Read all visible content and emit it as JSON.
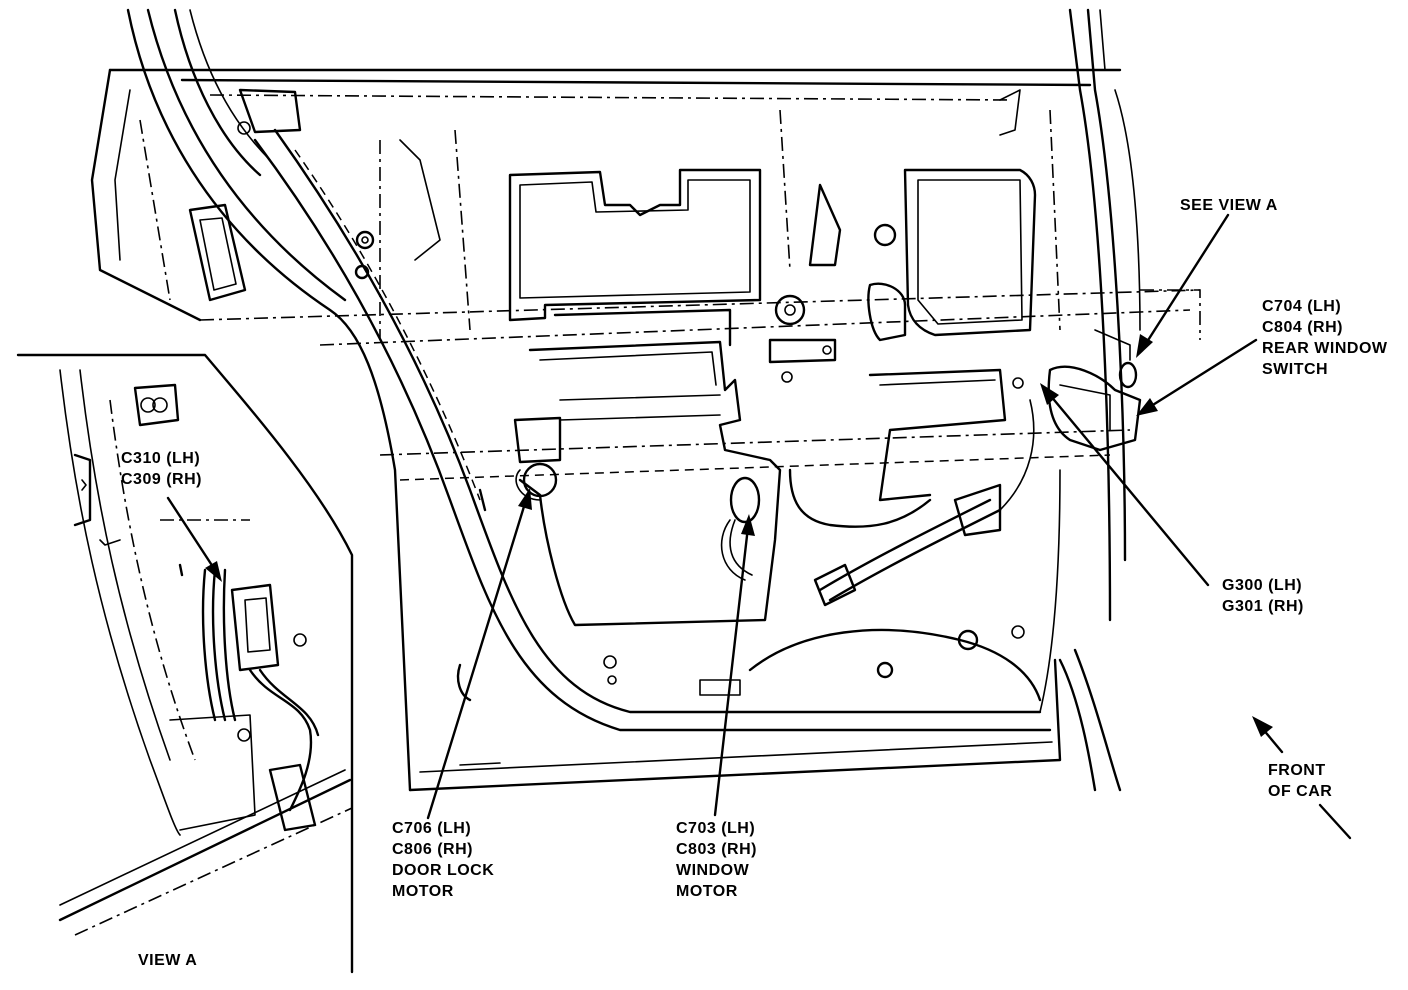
{
  "callouts": {
    "see_view_a": {
      "lines": [
        "SEE VIEW A"
      ]
    },
    "rear_window_switch": {
      "lines": [
        "C704 (LH)",
        "C804 (RH)",
        "REAR WINDOW",
        "SWITCH"
      ]
    },
    "ground": {
      "lines": [
        "G300 (LH)",
        "G301 (RH)"
      ]
    },
    "front_of_car": {
      "lines": [
        "FRONT",
        "OF CAR"
      ]
    },
    "door_lock_motor": {
      "lines": [
        "C706 (LH)",
        "C806 (RH)",
        "DOOR LOCK",
        "MOTOR"
      ]
    },
    "window_motor": {
      "lines": [
        "C703 (LH)",
        "C803 (RH)",
        "WINDOW",
        "MOTOR"
      ]
    },
    "view_a_connector": {
      "lines": [
        "C310 (LH)",
        "C309 (RH)"
      ]
    },
    "view_a_title": {
      "lines": [
        "VIEW A"
      ]
    }
  }
}
